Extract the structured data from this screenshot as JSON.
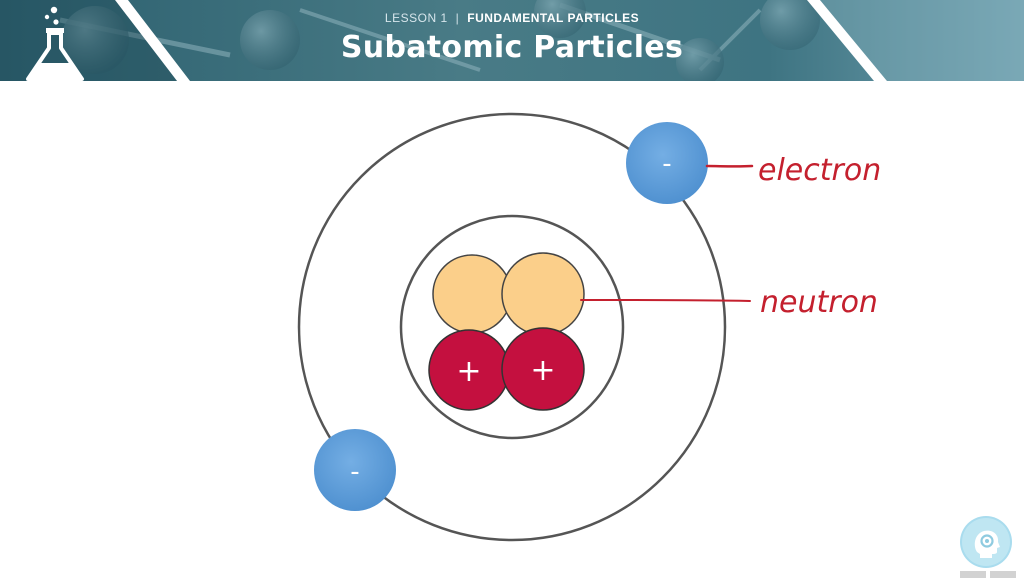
{
  "header": {
    "lesson": "LESSON 1",
    "separator": "|",
    "topic": "FUNDAMENTAL PARTICLES",
    "title": "Subatomic Particles"
  },
  "diagram": {
    "electron_symbol": "-",
    "proton_symbol": "+",
    "labels": {
      "electron": "electron",
      "neutron": "neutron"
    }
  },
  "colors": {
    "electron": "#5b9bd8",
    "neutron": "#fbcf8a",
    "proton": "#c4103f",
    "label_ink": "#c4202e",
    "orbit": "#555555"
  },
  "icons": {
    "logo": "flask-icon",
    "help": "head-gear-icon"
  }
}
